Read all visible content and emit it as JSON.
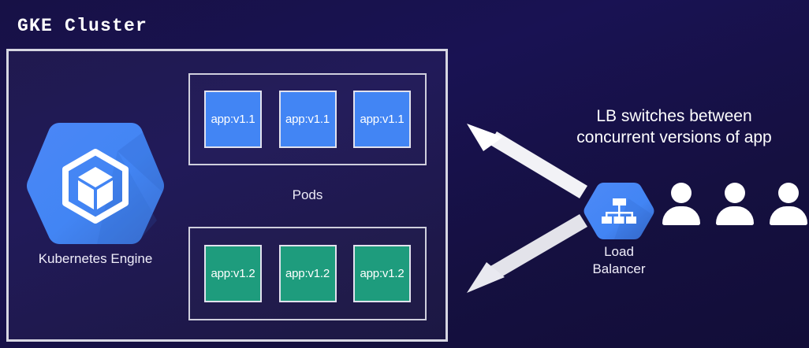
{
  "diagram": {
    "title": "GKE Cluster",
    "background_color": "#171146",
    "cluster": {
      "border_color": "#d6d6e2",
      "pods_label": "Pods",
      "pod_groups": [
        {
          "name": "v1.1-pods",
          "version_color": "#4285f4",
          "pods": [
            {
              "label": "app:v1.1"
            },
            {
              "label": "app:v1.1"
            },
            {
              "label": "app:v1.1"
            }
          ]
        },
        {
          "name": "v1.2-pods",
          "version_color": "#1e9c7d",
          "pods": [
            {
              "label": "app:v1.2"
            },
            {
              "label": "app:v1.2"
            },
            {
              "label": "app:v1.2"
            }
          ]
        }
      ],
      "engine": {
        "label": "Kubernetes Engine",
        "icon": "kubernetes-engine-hexagon-icon",
        "icon_color": "#4285f4"
      }
    },
    "load_balancer": {
      "label_line1": "Load",
      "label_line2": "Balancer",
      "icon": "load-balancer-hexagon-icon",
      "icon_color": "#4285f4"
    },
    "users": {
      "icon": "user-icon",
      "count": 3,
      "color": "#ffffff"
    },
    "annotation": {
      "line1": "LB switches between",
      "line2": "concurrent versions of app",
      "color": "#ffffff"
    },
    "arrows": [
      {
        "name": "arrow-to-v11",
        "direction": "up-left",
        "color": "#ffffff"
      },
      {
        "name": "arrow-to-v12",
        "direction": "down-left",
        "color": "#e6e6ee"
      }
    ]
  }
}
